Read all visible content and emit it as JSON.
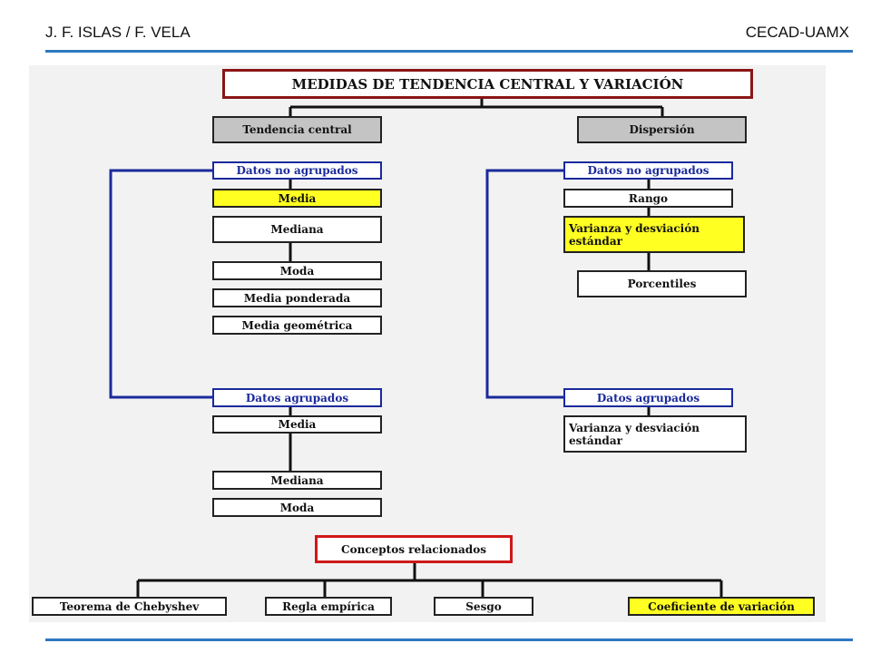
{
  "header": {
    "author": "J. F. ISLAS / F. VELA",
    "org": "CECAD-UAMX"
  },
  "diagram": {
    "title": "MEDIDAS DE TENDENCIA CENTRAL Y VARIACIÓN",
    "central": {
      "heading": "Tendencia central",
      "ungrouped": {
        "label": "Datos no agrupados",
        "items": [
          "Media",
          "Mediana",
          "Moda",
          "Media ponderada",
          "Media geométrica"
        ]
      },
      "grouped": {
        "label": "Datos agrupados",
        "items": [
          "Media",
          "Mediana",
          "Moda"
        ]
      }
    },
    "dispersion": {
      "heading": "Dispersión",
      "ungrouped": {
        "label": "Datos no agrupados",
        "items": [
          "Rango",
          "Varianza y desviación estándar",
          "Porcentiles"
        ]
      },
      "grouped": {
        "label": "Datos agrupados",
        "items": [
          "Varianza y desviación estándar"
        ]
      }
    },
    "related": {
      "label": "Conceptos relacionados",
      "items": [
        "Teorema de Chebyshev",
        "Regla empírica",
        "Sesgo",
        "Coeficiente de variación"
      ]
    },
    "colors": {
      "highlight": "#ffff22",
      "heading_fill": "#c4c4c4",
      "group_blue": "#1a2a9c",
      "title_border": "#8a1515",
      "related_border": "#d01818",
      "rule": "#2e78c0"
    }
  }
}
